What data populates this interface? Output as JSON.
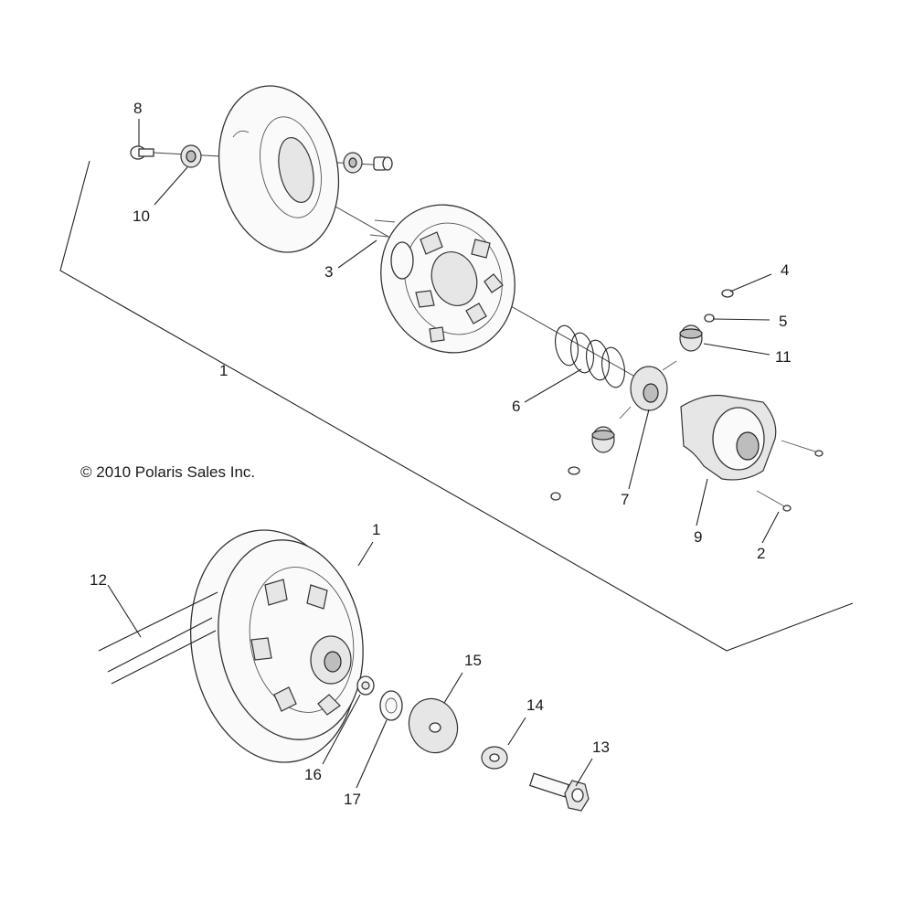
{
  "copyright": "© 2010 Polaris Sales Inc.",
  "callouts": {
    "c1_top": "1",
    "c1_bottom": "1",
    "c2": "2",
    "c3": "3",
    "c4": "4",
    "c5": "5",
    "c6": "6",
    "c7": "7",
    "c8": "8",
    "c9": "9",
    "c10": "10",
    "c11": "11",
    "c12": "12",
    "c13": "13",
    "c14": "14",
    "c15": "15",
    "c16": "16",
    "c17": "17"
  }
}
